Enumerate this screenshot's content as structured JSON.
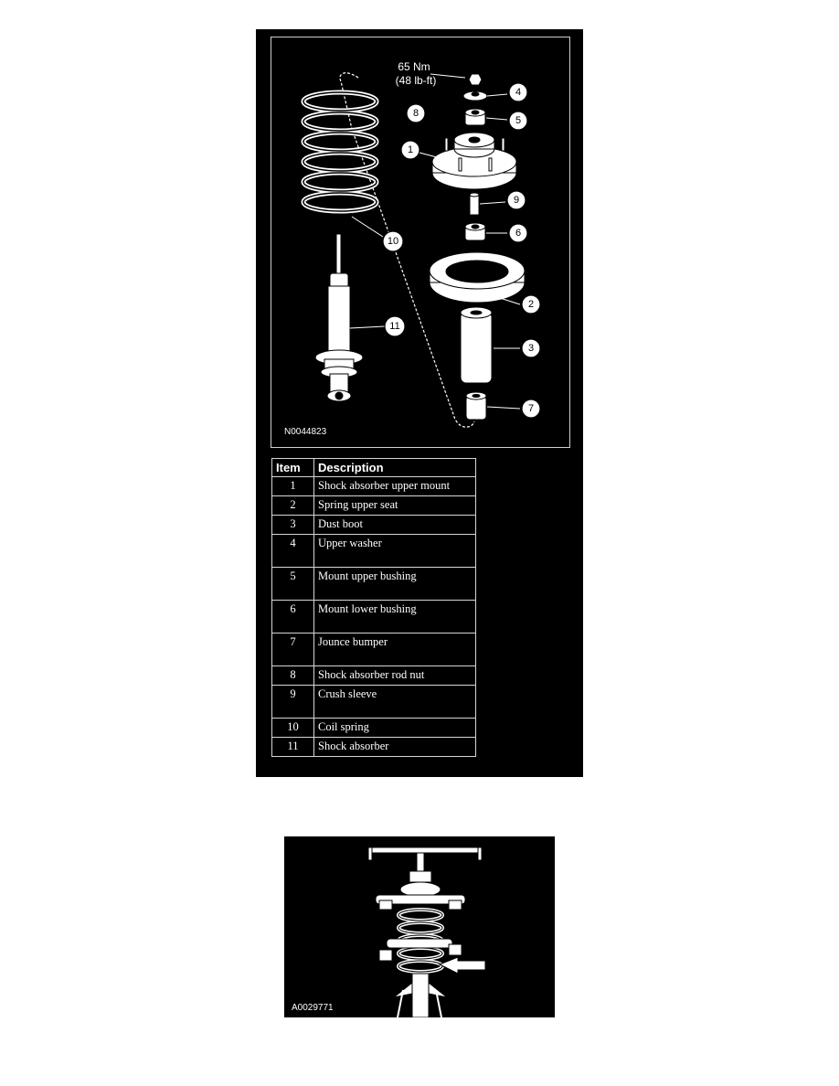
{
  "exploded_view": {
    "torque_line1": "65 Nm",
    "torque_line2": "(48 lb-ft)",
    "figure_code": "N0044823",
    "callouts": [
      "1",
      "2",
      "3",
      "4",
      "5",
      "6",
      "7",
      "8",
      "9",
      "10",
      "11"
    ]
  },
  "parts_table": {
    "headers": [
      "Item",
      "Description"
    ],
    "rows": [
      {
        "item": "1",
        "description": "Shock absorber upper mount"
      },
      {
        "item": "2",
        "description": "Spring upper seat"
      },
      {
        "item": "3",
        "description": "Dust boot"
      },
      {
        "item": "4",
        "description": "Upper washer"
      },
      {
        "item": "5",
        "description": "Mount upper bushing"
      },
      {
        "item": "6",
        "description": "Mount lower bushing"
      },
      {
        "item": "7",
        "description": "Jounce bumper"
      },
      {
        "item": "8",
        "description": "Shock absorber rod nut"
      },
      {
        "item": "9",
        "description": "Crush sleeve"
      },
      {
        "item": "10",
        "description": "Coil spring"
      },
      {
        "item": "11",
        "description": "Shock absorber"
      }
    ]
  },
  "install_view": {
    "figure_code": "A0029771"
  }
}
